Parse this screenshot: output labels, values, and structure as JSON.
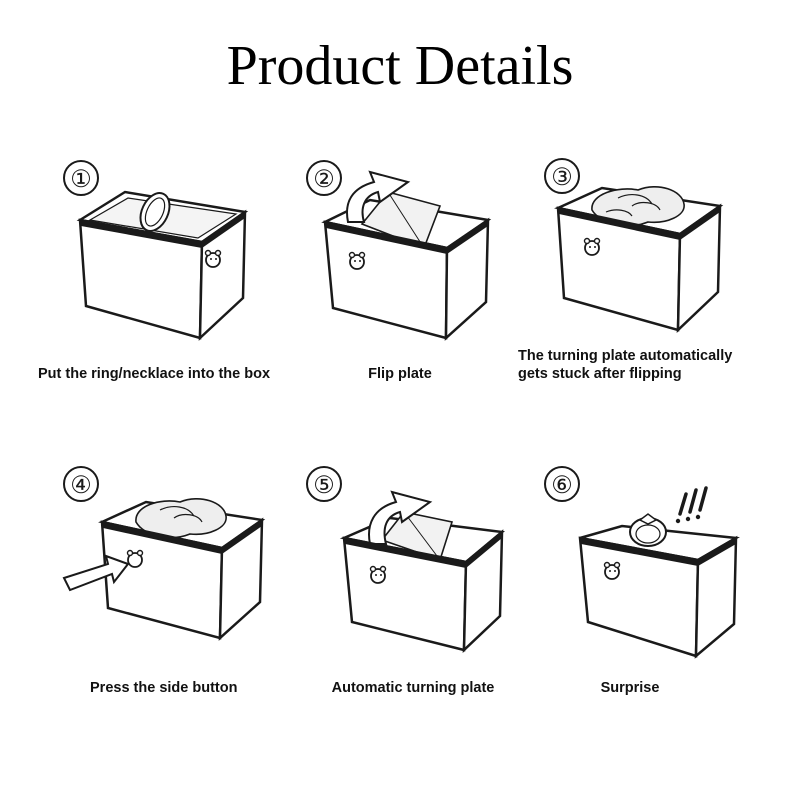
{
  "title": "Product Details",
  "steps": [
    {
      "number": "①",
      "caption": "Put the ring/necklace into the box",
      "icon": "open-box-with-ring-icon"
    },
    {
      "number": "②",
      "caption": "Flip plate",
      "icon": "box-flip-plate-icon"
    },
    {
      "number": "③",
      "caption": "The turning plate automatically gets stuck after flipping",
      "icon": "box-with-rose-icon"
    },
    {
      "number": "④",
      "caption": "Press the side button",
      "icon": "box-press-button-icon"
    },
    {
      "number": "⑤",
      "caption": "Automatic turning plate",
      "icon": "box-turning-plate-icon"
    },
    {
      "number": "⑥",
      "caption": "Surprise",
      "icon": "box-surprise-ring-icon"
    }
  ],
  "colors": {
    "line": "#1a1a1a",
    "background": "#ffffff"
  }
}
